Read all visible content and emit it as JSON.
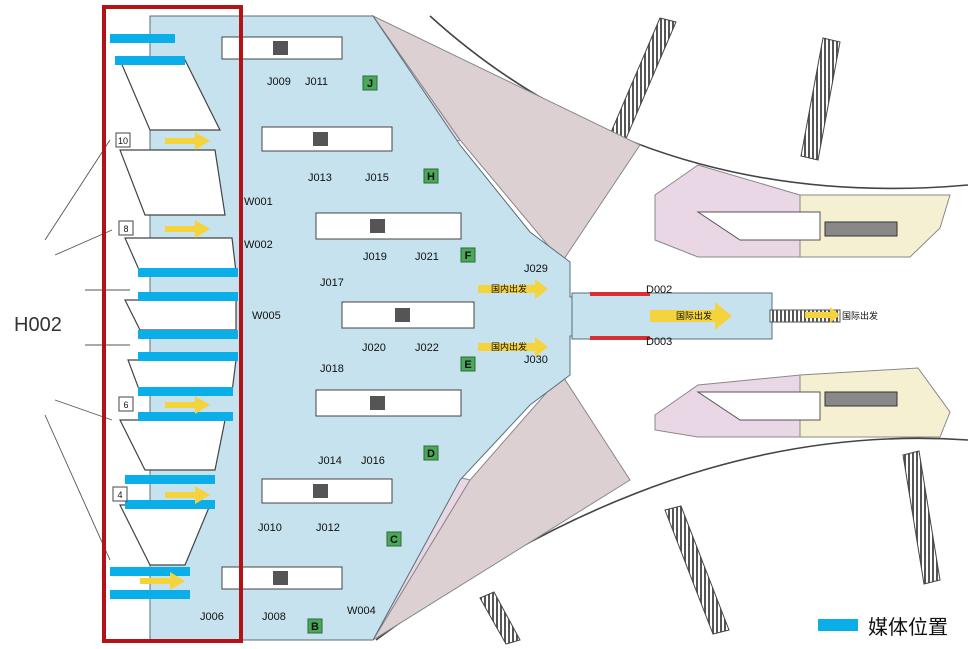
{
  "colors": {
    "floor": "#c5e2ee",
    "pink": "#ead7e6",
    "grey": "#ddd0d3",
    "cream": "#f5f0d2",
    "media": "#0aaee8",
    "highlight": "#b31217",
    "zone_marker": "#49a85a",
    "arrow": "#f5d33c"
  },
  "legend": {
    "media_label": "媒体位置"
  },
  "labels": {
    "h002": "H002",
    "w001": "W001",
    "w002": "W002",
    "w004": "W004",
    "w005": "W005",
    "d002": "D002",
    "d003": "D003",
    "domestic_departure": "国内出发",
    "international_departure": "国际出发"
  },
  "zones": [
    "J",
    "H",
    "F",
    "E",
    "D",
    "C",
    "B"
  ],
  "gates": [
    "J009",
    "J011",
    "J013",
    "J015",
    "J019",
    "J021",
    "J017",
    "J029",
    "J020",
    "J022",
    "J018",
    "J030",
    "J014",
    "J016",
    "J010",
    "J012",
    "J006",
    "J008"
  ],
  "boarding_numbers": [
    "10",
    "8",
    "6",
    "4"
  ]
}
